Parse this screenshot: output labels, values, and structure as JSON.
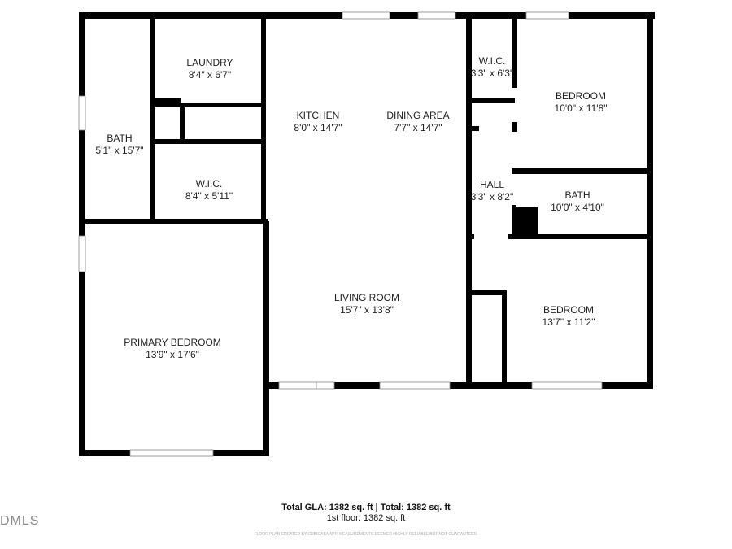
{
  "rooms": [
    {
      "name": "LAUNDRY",
      "dims": "8'4\" x 6'7\""
    },
    {
      "name": "BATH",
      "dims": "5'1\" x 15'7\""
    },
    {
      "name": "W.I.C.",
      "dims": "8'4\" x 5'11\""
    },
    {
      "name": "KITCHEN",
      "dims": "8'0\" x 14'7\""
    },
    {
      "name": "DINING AREA",
      "dims": "7'7\" x 14'7\""
    },
    {
      "name": "W.I.C.",
      "dims": "3'3\" x 6'3\""
    },
    {
      "name": "BEDROOM",
      "dims": "10'0\" x 11'8\""
    },
    {
      "name": "HALL",
      "dims": "3'3\" x 8'2\""
    },
    {
      "name": "BATH",
      "dims": "10'0\" x 4'10\""
    },
    {
      "name": "LIVING ROOM",
      "dims": "15'7\" x 13'8\""
    },
    {
      "name": "BEDROOM",
      "dims": "13'7\" x 11'2\""
    },
    {
      "name": "PRIMARY BEDROOM",
      "dims": "13'9\" x 17'6\""
    }
  ],
  "footer": {
    "totals": "Total GLA: 1382 sq. ft | Total: 1382 sq. ft",
    "floor": "1st floor: 1382 sq. ft",
    "disclaimer": "FLOOR PLAN CREATED BY CUBICASA APP. MEASUREMENTS DEEMED HIGHLY RELIABLE BUT NOT GUARANTEED.",
    "watermark": "DMLS"
  },
  "colors": {
    "wall": "#000000",
    "window": "#ffffff"
  }
}
